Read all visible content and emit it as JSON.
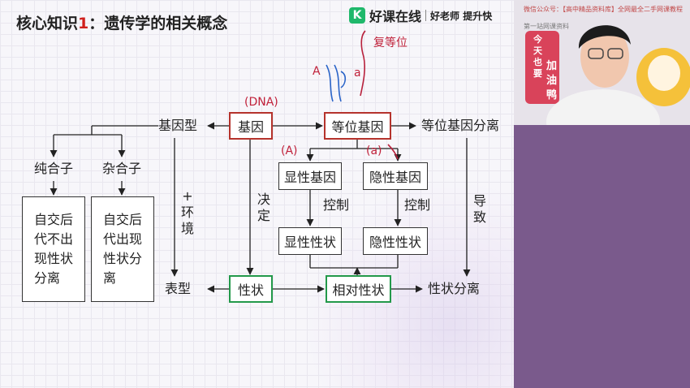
{
  "title_prefix": "核心知识",
  "title_number": "1",
  "title_suffix": "：遗传学的相关概念",
  "logo": {
    "k": "K",
    "name": "好课在线",
    "slogan": "好老师 提升快"
  },
  "nodes": {
    "genotype": "基因型",
    "gene": "基因",
    "allele": "等位基因",
    "segregation_allele": "等位基因分离",
    "homozygote": "纯合子",
    "heterozygote": "杂合子",
    "dominant_gene": "显性基因",
    "recessive_gene": "隐性基因",
    "dominant_trait": "显性性状",
    "recessive_trait": "隐性性状",
    "phenotype": "表型",
    "trait": "性状",
    "relative_trait": "相对性状",
    "trait_segregation": "性状分离",
    "homo_desc": "自交后\n代不出\n现性状\n分离",
    "hetero_desc": "自交后\n代出现\n性状分\n离"
  },
  "edge_labels": {
    "control_left": "控制",
    "control_right": "控制",
    "decide": "决\n定",
    "environment": "+\n环\n境",
    "lead": "导\n致"
  },
  "handwriting": {
    "dna": "(DNA)",
    "cap_a": "(A)",
    "small_a": "(a)",
    "a_left": "A",
    "a_right": "a",
    "note": "复等位"
  },
  "webcam": {
    "watermark1": "微信公众号：【高中精品资料库】全网最全二手网课教程",
    "watermark2": "第一站网课资料",
    "sticker": [
      "今",
      "天",
      "也",
      "要",
      "加",
      "油",
      "鸭"
    ]
  },
  "colors": {
    "red_box": "#b5332c",
    "green_box": "#23994a",
    "brand": "#1fb86b"
  }
}
